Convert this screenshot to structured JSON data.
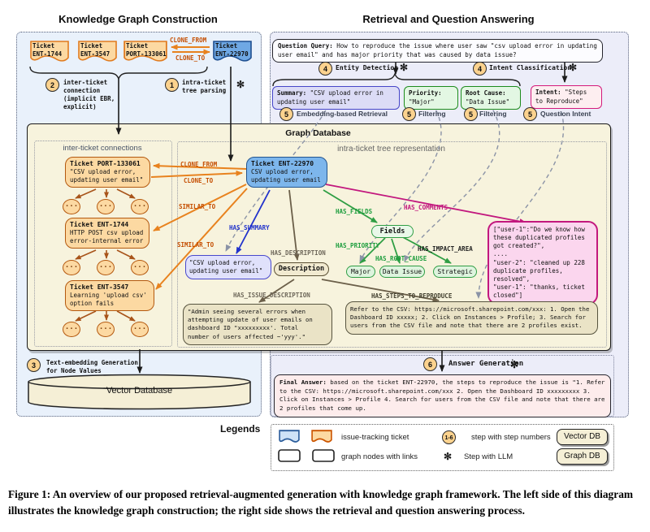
{
  "colors": {
    "orange_ticket": "#fcd9a2",
    "orange_border": "#e07b1f",
    "rust": "#b4590f",
    "blue_ticket": "#7db6ec",
    "blue_border": "#24558f",
    "lavender": "#dcdcf6",
    "green": "#2f9e44",
    "magenta": "#c2187e",
    "blue_edge": "#2233cc",
    "clone_label": "#c44d00",
    "graph_bg": "#f7f3dd",
    "left_panel": "#e9f1fb",
    "right_panel": "#ecedf9"
  },
  "icons": {
    "llm": "✻"
  },
  "kg": {
    "title": "Knowledge Graph Construction",
    "tickets": [
      {
        "label": "Ticket\nENT-1744"
      },
      {
        "label": "Ticket\nENT-3547"
      },
      {
        "label": "Ticket\nPORT-133061"
      },
      {
        "label": "Ticket\nENT-22970"
      }
    ],
    "clone_from": "CLONE_FROM",
    "clone_to": "CLONE_TO",
    "step2": {
      "num": "2",
      "text": "inter-ticket\nconnection\n(implicit EBR,\nexplicit)"
    },
    "step1": {
      "num": "1",
      "text": "intra-ticket\ntree parsing"
    },
    "step3": {
      "num": "3",
      "text": "Text-embedding Generation\nfor Node Values"
    },
    "vector_db": "Vector Database"
  },
  "graph": {
    "label": "Graph Database",
    "inter_label": "inter-ticket connections",
    "intra_label": "intra-ticket tree representation",
    "dots": "...",
    "nodes": {
      "port": {
        "title": "Ticket PORT-133061",
        "body": "\"CSV upload error,\nupdating user email\""
      },
      "e1744": {
        "title": "Ticket ENT-1744",
        "body": "HTTP POST csv upload\nerror-internal error"
      },
      "e3547": {
        "title": "Ticket ENT-3547",
        "body": "Learning 'upload csv'\noption fails"
      },
      "e22970": {
        "title": "Ticket ENT-22970",
        "body": "CSV upload error,\nupdating user email"
      },
      "summary": "\"CSV upload error,\nupdating user email\"",
      "description": "Description",
      "fields": "Fields",
      "major": "Major",
      "data_issue": "Data Issue",
      "strategic": "Strategic",
      "comments": "[\"user-1\":\"Do we know how\nthese duplicated profiles\ngot created?\",\n....\n\"user-2\": \"cleaned up 228\nduplicate profiles,\nresolved\",\n\"user-1\": \"thanks, ticket\nclosed\"]",
      "issue": "\"Admin seeing several errors when\nattempting update of user emails on\ndashboard ID \"xxxxxxxxx'. Total\nnumber of users affected ~'yyy'.\"",
      "steps": "Refer to the CSV: https://microsoft.sharepoint.com/xxx: 1. Open the\nDashboard ID xxxxx; 2. Click on Instances > Profile; 3. Search for\nusers from the CSV file and note that there are 2 profiles exist."
    },
    "edges": {
      "clone_from": "CLONE_FROM",
      "clone_to": "CLONE_TO",
      "similar_to": "SIMILAR_TO",
      "has_summary": "HAS_SUMMARY",
      "has_description": "HAS_DESCRIPTION",
      "has_issue_description": "HAS_ISSUE_DESCRIPTION",
      "has_steps": "HAS_STEPS_TO_REPRODUCE",
      "has_fields": "HAS_FIELDS",
      "has_priority": "HAS_PRIORITY",
      "has_root_cause": "HAS_ROOT_CAUSE",
      "has_impact_area": "HAS_IMPACT_AREA",
      "has_comments": "HAS_COMMENTS"
    }
  },
  "qa": {
    "title": "Retrieval and Question Answering",
    "question": {
      "bold": "Question Query:",
      "rest": " How to reproduce the issue where user saw \"csv upload error in updating user email\" and has major priority that was caused by data issue?"
    },
    "step4a": {
      "num": "4",
      "label": "Entity Detection"
    },
    "step4b": {
      "num": "4",
      "label": "Intent Classification"
    },
    "summary": {
      "bold": "Summary:",
      "rest": " \"CSV upload error in updating user email\""
    },
    "priority": {
      "bold": "Priority:",
      "rest": " \"Major\""
    },
    "root_cause": {
      "bold": "Root Cause:",
      "rest": " \"Data Issue\""
    },
    "intent": {
      "bold": "Intent:",
      "rest": " \"Steps to Reproduce\""
    },
    "step5": [
      {
        "num": "5",
        "label": "Embedding-based Retrieval"
      },
      {
        "num": "5",
        "label": "Filtering"
      },
      {
        "num": "5",
        "label": "Filtering"
      },
      {
        "num": "5",
        "label": "Question Intent"
      }
    ],
    "step6": {
      "num": "6",
      "label": "Answer Generation"
    },
    "final": {
      "bold": "Final Answer:",
      "rest": " based on the ticket ENT-22970, the steps to reproduce the issue is \"1. Refer to the CSV: https://microsoft.sharepoint.com/xxx 2. Open the Dashboard ID xxxxxxxxx 3. Click on Instances > Profile 4. Search for users from the CSV file and note that there are 2 profiles that come up."
    }
  },
  "legend": {
    "title": "Legends",
    "ticket": "issue-tracking ticket",
    "nodes": "graph nodes with links",
    "range": "1-6",
    "step": "step with step numbers",
    "llm": "Step with LLM",
    "vector_db": "Vector DB",
    "graph_db": "Graph DB"
  },
  "caption": "Figure 1: An overview of our proposed retrieval-augmented generation with knowledge graph framework. The left side of this diagram illustrates the knowledge graph construction; the right side shows the retrieval and question answering process."
}
